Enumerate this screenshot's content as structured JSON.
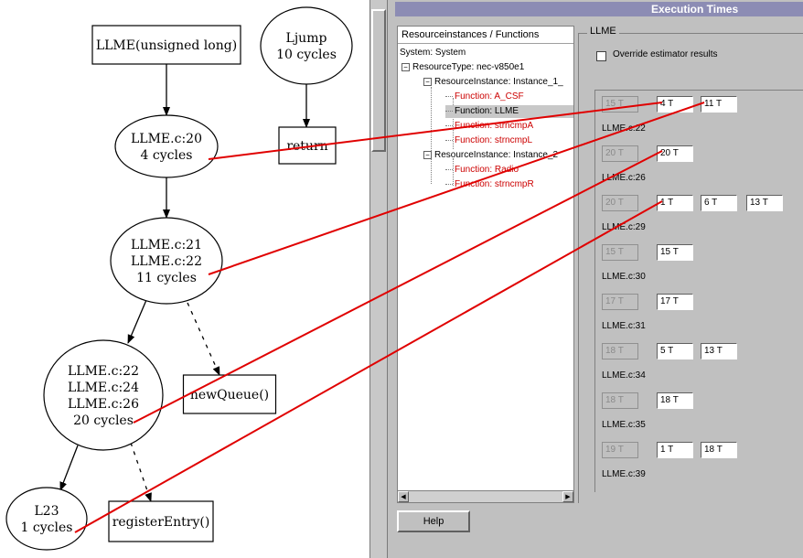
{
  "graph": {
    "nodes": [
      {
        "id": "llme-entry",
        "shape": "box",
        "lines": [
          "LLME(unsigned long)"
        ]
      },
      {
        "id": "ljump",
        "shape": "ellipse",
        "lines": [
          "Ljump",
          "10 cycles"
        ]
      },
      {
        "id": "return",
        "shape": "box",
        "lines": [
          "return"
        ]
      },
      {
        "id": "llme-c20",
        "shape": "ellipse",
        "lines": [
          "LLME.c:20",
          "4 cycles"
        ]
      },
      {
        "id": "llme-c21",
        "shape": "ellipse",
        "lines": [
          "LLME.c:21",
          "LLME.c:22",
          "11 cycles"
        ]
      },
      {
        "id": "llme-c22",
        "shape": "ellipse",
        "lines": [
          "LLME.c:22",
          "LLME.c:24",
          "LLME.c:26",
          "20 cycles"
        ]
      },
      {
        "id": "newqueue",
        "shape": "box",
        "lines": [
          "newQueue()"
        ]
      },
      {
        "id": "l23",
        "shape": "ellipse",
        "lines": [
          "L23",
          "1 cycles"
        ]
      },
      {
        "id": "registerentry",
        "shape": "box",
        "lines": [
          "registerEntry()"
        ]
      }
    ],
    "edges": [
      {
        "from": "llme-entry",
        "to": "llme-c20",
        "style": "solid"
      },
      {
        "from": "ljump",
        "to": "return",
        "style": "solid"
      },
      {
        "from": "llme-c20",
        "to": "llme-c21",
        "style": "solid"
      },
      {
        "from": "llme-c21",
        "to": "llme-c22",
        "style": "solid"
      },
      {
        "from": "llme-c21",
        "to": "newqueue",
        "style": "dashed"
      },
      {
        "from": "llme-c22",
        "to": "l23",
        "style": "solid"
      },
      {
        "from": "llme-c22",
        "to": "registerentry",
        "style": "dashed"
      }
    ],
    "annotation_color": "#e00000"
  },
  "dialog": {
    "title": "Execution Times",
    "tree": {
      "header": "Resourceinstances / Functions",
      "system": "System: System",
      "resource_type": "ResourceType: nec-v850e1",
      "instance1": "ResourceInstance: Instance_1_",
      "instance1_functions": [
        "Function: A_CSF",
        "Function: LLME",
        "Function: strncmpA",
        "Function: strncmpL"
      ],
      "selected_function": "Function: LLME",
      "instance2": "ResourceInstance: Instance_2",
      "instance2_functions": [
        "Function: Radio",
        "Function: strncmpR"
      ]
    },
    "group_label": "LLME",
    "override_label": "Override estimator results",
    "override_checked": false,
    "rows": [
      {
        "label": "LLME.c:22",
        "disabled": "15 T",
        "fields": [
          "4 T",
          "11 T"
        ]
      },
      {
        "label": "LLME.c:26",
        "disabled": "20 T",
        "fields": [
          "20 T"
        ]
      },
      {
        "label": "LLME.c:29",
        "disabled": "20 T",
        "fields": [
          "1 T",
          "6 T",
          "13 T"
        ]
      },
      {
        "label": "LLME.c:30",
        "disabled": "15 T",
        "fields": [
          "15 T"
        ]
      },
      {
        "label": "LLME.c:31",
        "disabled": "17 T",
        "fields": [
          "17 T"
        ]
      },
      {
        "label": "LLME.c:34",
        "disabled": "18 T",
        "fields": [
          "5 T",
          "13 T"
        ]
      },
      {
        "label": "LLME.c:35",
        "disabled": "18 T",
        "fields": [
          "18 T"
        ]
      },
      {
        "label": "LLME.c:39",
        "disabled": "19 T",
        "fields": [
          "1 T",
          "18 T"
        ]
      }
    ],
    "help_label": "Help",
    "colors": {
      "title_bar": "#8c8cb4",
      "dialog_bg": "#c0c0c0",
      "function_text": "#cc0000"
    }
  },
  "links": [
    {
      "from_node": "llme-c20",
      "to_row": 0,
      "to_field": 0
    },
    {
      "from_node": "llme-c21",
      "to_row": 0,
      "to_field": 1
    },
    {
      "from_node": "llme-c22",
      "to_row": 1,
      "to_field": 0
    },
    {
      "from_node": "l23",
      "to_row": 2,
      "to_field": 0
    }
  ]
}
